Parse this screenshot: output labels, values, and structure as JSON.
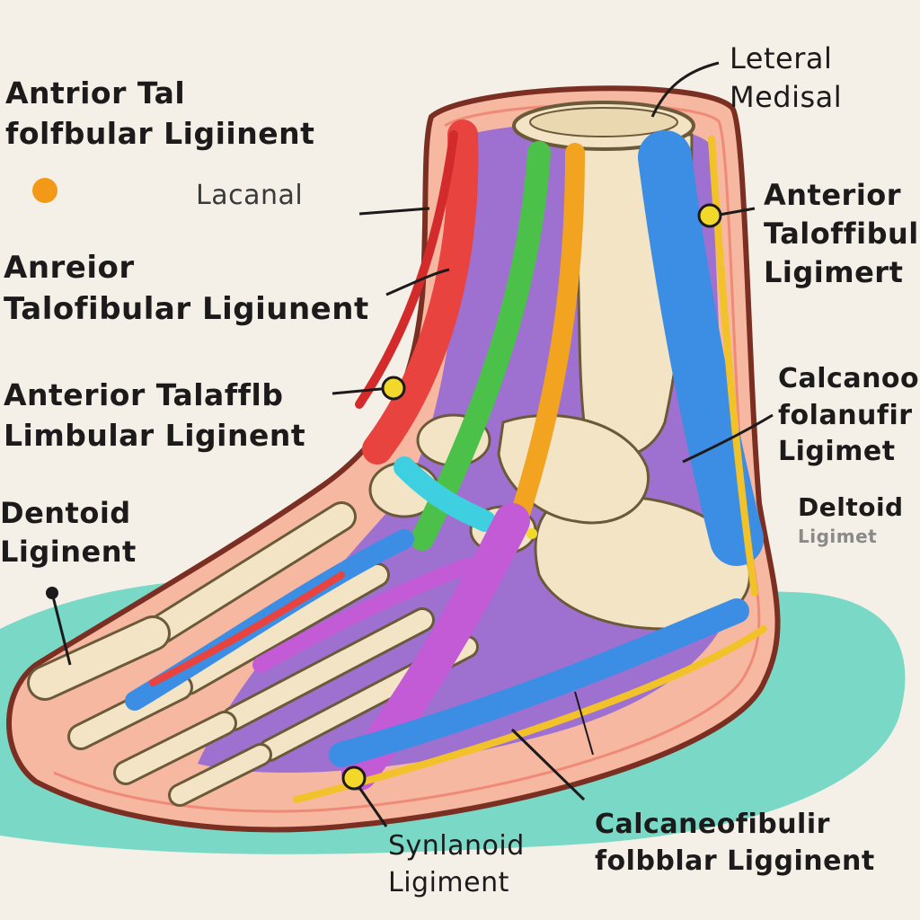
{
  "labels": {
    "top_left": {
      "line1": "Antrior Tal",
      "line2": "folfbular Ligiinent"
    },
    "lacanal": {
      "line1": "Lacanal"
    },
    "mid_left": {
      "line1": "Anreior",
      "line2": "Talofibular Ligiunent"
    },
    "lower_left": {
      "line1": "Anterior Talafflb",
      "line2": "Limbular Liginent"
    },
    "bottom_left": {
      "line1": "Dentoid",
      "line2": "Liginent"
    },
    "top_right": {
      "line1": "Leteral",
      "line2": "Medisal"
    },
    "upper_right": {
      "line1": "Anterior",
      "line2": "Taloffibulr",
      "line3": "Ligimert"
    },
    "mid_right": {
      "line1": "Calcanoo",
      "line2": "folanufir",
      "line3": "Ligimet"
    },
    "deltoid_right": {
      "line1": "Deltoid",
      "line2": "Ligimet"
    },
    "bottom_center": {
      "line1": "Synlanoid",
      "line2": "Ligiment"
    },
    "bottom_right": {
      "line1": "Calcaneofibulir",
      "line2": "folbblar Ligginent"
    }
  },
  "colors": {
    "background": "#f4f0e7",
    "skin": "#f6b8a0",
    "skin_outline": "#7a2f22",
    "bone": "#f2e4c4",
    "floor": "#6cd6c2",
    "red": "#e8433f",
    "green": "#4cc14a",
    "orange": "#f2a320",
    "blue": "#3c8ee4",
    "purple": "#8e63d8",
    "magenta": "#c35ad6",
    "cyan": "#3ed0e0",
    "yellow_dot": "#f2d82a",
    "orange_dot": "#f29a18"
  }
}
